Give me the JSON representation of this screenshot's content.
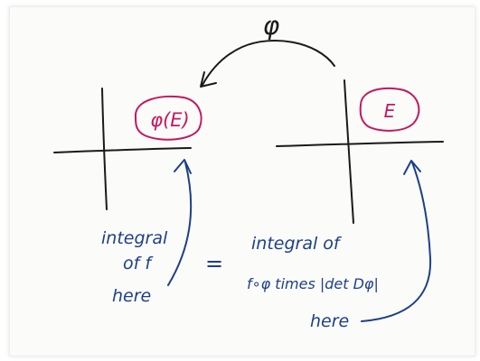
{
  "map_label": "φ",
  "left_region": {
    "label": "φ(E)"
  },
  "right_region": {
    "label": "E"
  },
  "left_text": {
    "line1": "integral",
    "line2": "of f",
    "line3": "here"
  },
  "equals": "=",
  "right_text": {
    "line1": "integral of",
    "line2": "f∘φ times |det Dφ|",
    "line3": "here"
  },
  "colors": {
    "ink_black": "#1a1a1a",
    "ink_blue": "#1e3f8a",
    "ink_magenta": "#c4185c"
  }
}
